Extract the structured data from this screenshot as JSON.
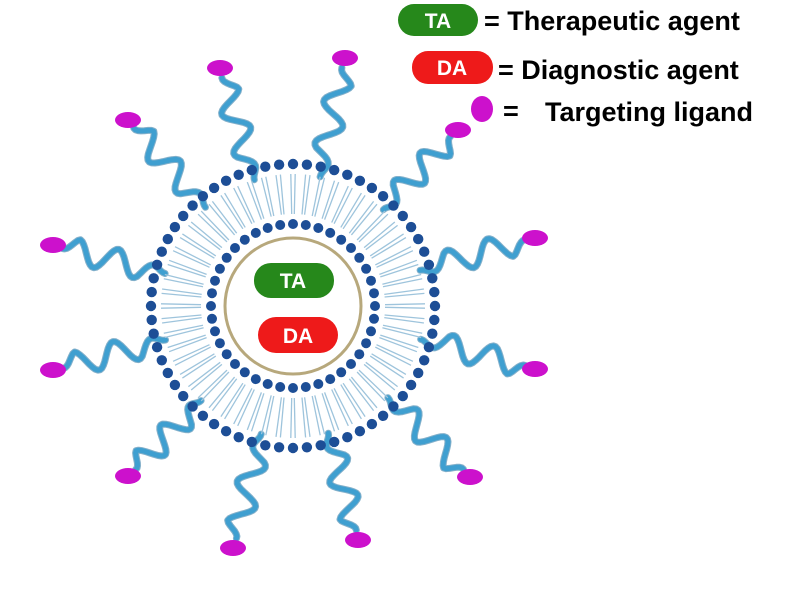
{
  "legend": {
    "therapeutic": {
      "badge": "TA",
      "text": "= Therapeutic agent",
      "color": "#26881b"
    },
    "diagnostic": {
      "badge": "DA",
      "text": "= Diagnostic  agent",
      "color": "#ee1a1a"
    },
    "ligand": {
      "equals": "=",
      "text": "Targeting ligand",
      "color": "#cc11cc"
    }
  },
  "core": {
    "therapeutic_label": "TA",
    "diagnostic_label": "DA"
  },
  "colors": {
    "tether": "#3f9fd0",
    "tether_dark": "#1f6f9f",
    "head_group": "#1d4e96",
    "tail": "#9ec4dc",
    "core_ring": "#b7a87c"
  },
  "ligand_count": 12
}
